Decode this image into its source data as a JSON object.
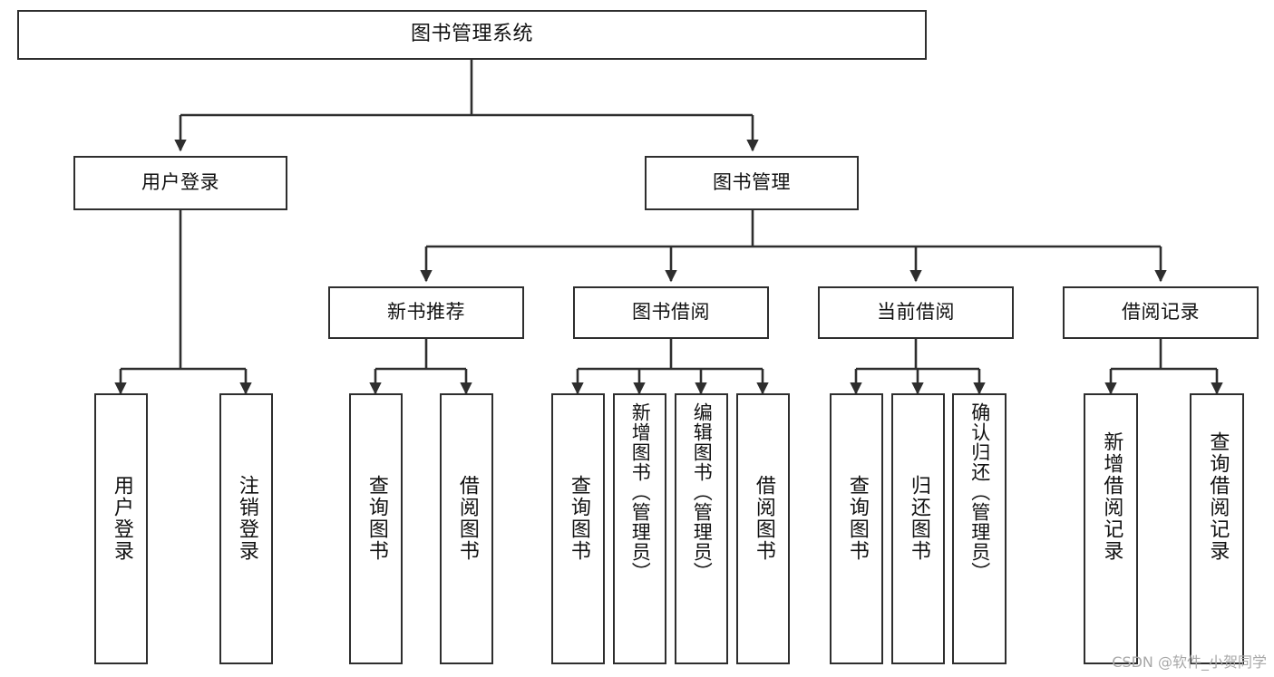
{
  "diagram": {
    "title": "图书管理系统",
    "type": "hierarchy-tree",
    "watermark": "CSDN @软件_小贺同学",
    "colors": {
      "background": "#ffffff",
      "box_border": "#2e2e2e",
      "box_fill": "#ffffff",
      "text": "#111111",
      "edge": "#2e2e2e",
      "watermark": "#a8a8a8"
    },
    "nodes": {
      "root": {
        "label": "图书管理系统"
      },
      "level2": [
        {
          "label": "用户登录"
        },
        {
          "label": "图书管理"
        }
      ],
      "level3": [
        {
          "label": "新书推荐"
        },
        {
          "label": "图书借阅"
        },
        {
          "label": "当前借阅"
        },
        {
          "label": "借阅记录"
        }
      ],
      "leaves": {
        "user_login": [
          {
            "label": "用户登录"
          },
          {
            "label": "注销登录"
          }
        ],
        "new_book_recommend": [
          {
            "label": "查询图书"
          },
          {
            "label": "借阅图书"
          }
        ],
        "book_borrow": [
          {
            "label": "查询图书"
          },
          {
            "label": "新增图书（管理员）"
          },
          {
            "label": "编辑图书（管理员）"
          },
          {
            "label": "借阅图书"
          }
        ],
        "current_borrow": [
          {
            "label": "查询图书"
          },
          {
            "label": "归还图书"
          },
          {
            "label": "确认归还（管理员）"
          }
        ],
        "borrow_record": [
          {
            "label": "新增借阅记录"
          },
          {
            "label": "查询借阅记录"
          }
        ]
      }
    }
  }
}
